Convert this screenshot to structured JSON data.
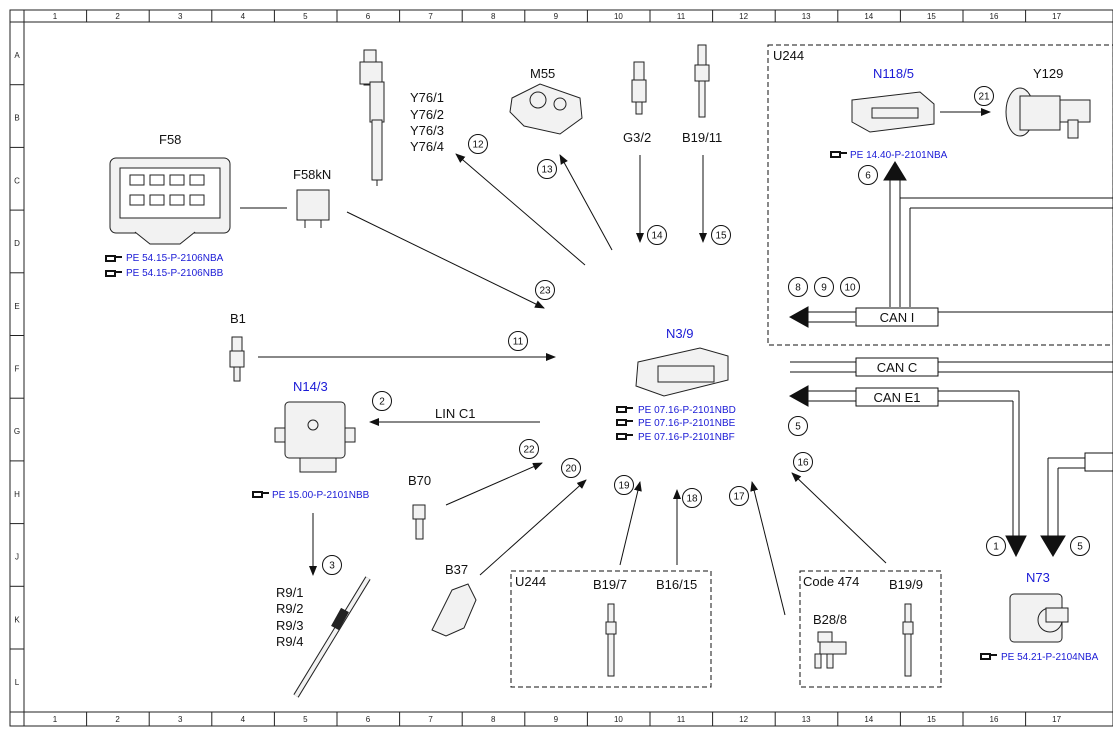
{
  "grid": {
    "columns": [
      "1",
      "2",
      "3",
      "4",
      "5",
      "6",
      "7",
      "8",
      "9",
      "10",
      "11",
      "12",
      "13",
      "14",
      "15",
      "16",
      "17"
    ],
    "rows": [
      "A",
      "B",
      "C",
      "D",
      "E",
      "F",
      "G",
      "H",
      "J",
      "K",
      "L"
    ]
  },
  "groups": {
    "u244_top": "U244",
    "u244_bottom": "U244",
    "code474": "Code 474"
  },
  "components": {
    "f58": "F58",
    "f58kn": "F58kN",
    "y76_1": "Y76/1",
    "y76_2": "Y76/2",
    "y76_3": "Y76/3",
    "y76_4": "Y76/4",
    "m55": "M55",
    "g3_2": "G3/2",
    "b19_11": "B19/11",
    "n118_5": "N118/5",
    "y129": "Y129",
    "b1": "B1",
    "n3_9": "N3/9",
    "n14_3": "N14/3",
    "b70": "B70",
    "b37": "B37",
    "r9_1": "R9/1",
    "r9_2": "R9/2",
    "r9_3": "R9/3",
    "r9_4": "R9/4",
    "b19_7": "B19/7",
    "b16_15": "B16/15",
    "b28_8": "B28/8",
    "b19_9": "B19/9",
    "n73": "N73"
  },
  "buses": {
    "can_i": "CAN I",
    "can_c": "CAN C",
    "can_e1": "CAN E1",
    "lin_c1": "LIN C1"
  },
  "refs": {
    "f58_a": "PE 54.15-P-2106NBA",
    "f58_b": "PE 54.15-P-2106NBB",
    "n118": "PE 14.40-P-2101NBA",
    "n3_a": "PE 07.16-P-2101NBD",
    "n3_b": "PE 07.16-P-2101NBE",
    "n3_c": "PE 07.16-P-2101NBF",
    "n14": "PE 15.00-P-2101NBB",
    "n73": "PE 54.21-P-2104NBA"
  },
  "numbers": {
    "n1": "1",
    "n2": "2",
    "n3": "3",
    "n5a": "5",
    "n5b": "5",
    "n6": "6",
    "n8": "8",
    "n9": "9",
    "n10": "10",
    "n11": "11",
    "n12": "12",
    "n13": "13",
    "n14": "14",
    "n15": "15",
    "n16": "16",
    "n17": "17",
    "n18": "18",
    "n19": "19",
    "n20": "20",
    "n21": "21",
    "n22": "22",
    "n23": "23"
  },
  "colors": {
    "reference_link": "#1a1ad6",
    "line": "#111111"
  },
  "icons": {
    "reference": "pointing-hand-icon"
  }
}
